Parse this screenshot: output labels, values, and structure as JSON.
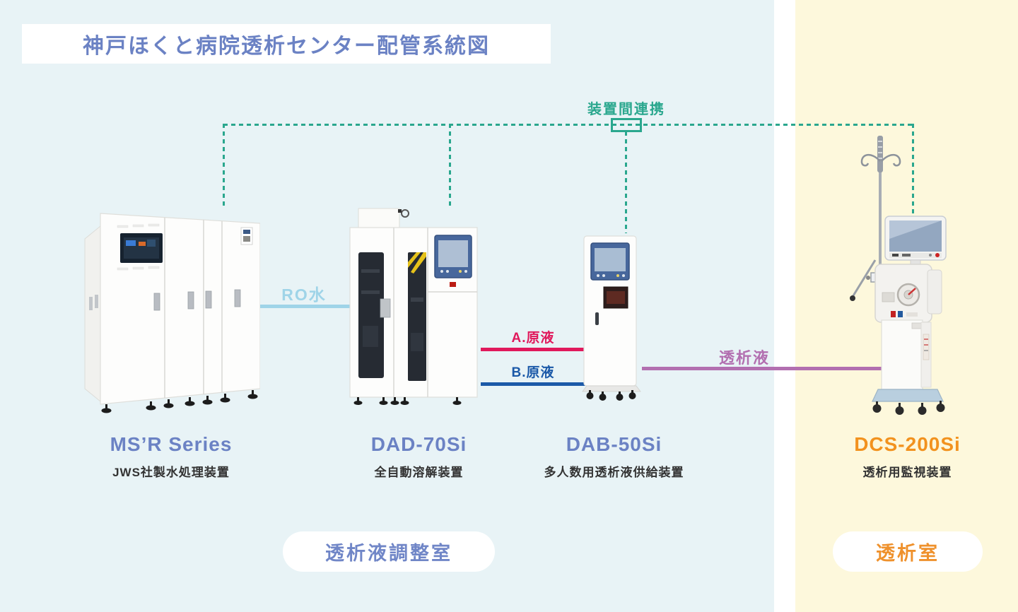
{
  "page": {
    "title": "神戸ほくと病院透析センター配管系統図"
  },
  "network": {
    "link_label": "装置間連携"
  },
  "pipes": {
    "ro_water": "RO水",
    "solution_a": "A.原液",
    "solution_b": "B.原液",
    "dialysate": "透析液"
  },
  "machines": [
    {
      "name": "MS’R Series",
      "description": "JWS社製水処理装置"
    },
    {
      "name": "DAD-70Si",
      "description": "全自動溶解装置"
    },
    {
      "name": "DAB-50Si",
      "description": "多人数用透析液供給装置"
    },
    {
      "name": "DCS-200Si",
      "description": "透析用監視装置"
    }
  ],
  "rooms": [
    {
      "label": "透析液調整室"
    },
    {
      "label": "透析室"
    }
  ],
  "colors": {
    "background_left": "#e8f3f6",
    "background_right": "#fdf8dc",
    "divider": "#ffffff",
    "brand_blue": "#6b82c4",
    "accent_orange": "#f2921e",
    "link_green": "#2aa78e",
    "ro_water_blue": "#9fd4e8",
    "solution_a_red": "#e0195c",
    "solution_b_blue": "#1b59a8",
    "dialysate_purple": "#b26fb0",
    "room_label_blue": "#7086c7",
    "room_label_orange": "#ef912c",
    "subtitle_dark": "#333333"
  }
}
